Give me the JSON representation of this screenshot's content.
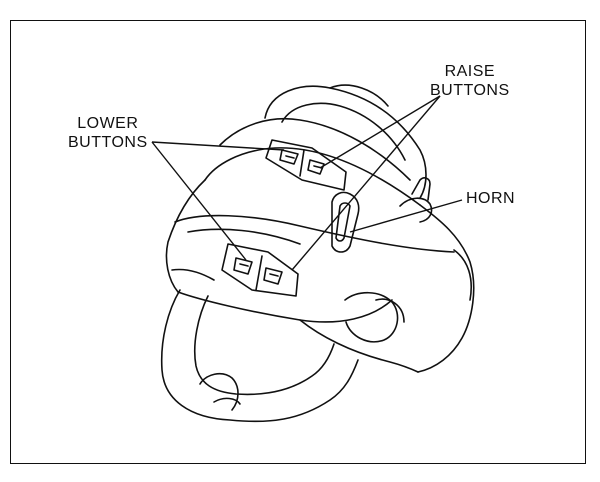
{
  "labels": {
    "raise": [
      "RAISE",
      "BUTTONS"
    ],
    "lower": [
      "LOWER",
      "BUTTONS"
    ],
    "horn": "HORN"
  },
  "colors": {
    "line": "#111111",
    "background": "#ffffff"
  },
  "icons": {
    "control_handle": "control-handle-drawing",
    "button_glyph": "arrow-glyph"
  }
}
